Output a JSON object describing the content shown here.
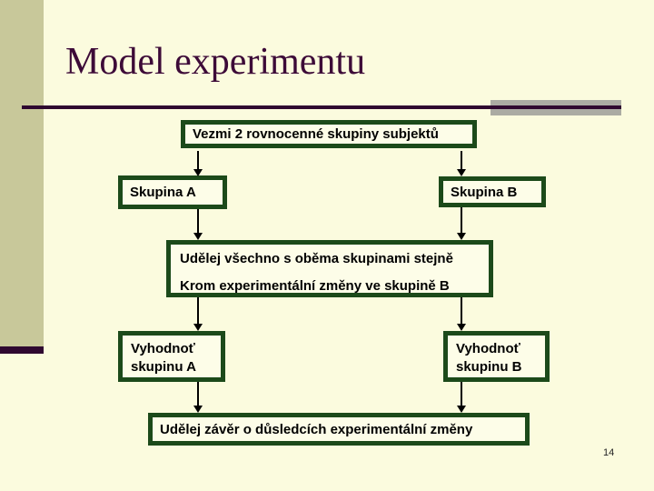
{
  "slide": {
    "title": "Model experimentu",
    "page_number": "14"
  },
  "flowchart": {
    "top": {
      "label": "Vezmi 2 rovnocenné skupiny subjektů"
    },
    "group_a": {
      "label": "Skupina A"
    },
    "group_b": {
      "label": "Skupina B"
    },
    "treatment": {
      "line1": "Udělej všechno s oběma skupinami stejně",
      "line2": "Krom experimentální změny ve skupině B"
    },
    "eval_a": {
      "line1": "Vyhodnoť",
      "line2": "skupinu A"
    },
    "eval_b": {
      "line1": "Vyhodnoť",
      "line2": "skupinu B"
    },
    "conclusion": {
      "label": "Udělej závěr o důsledcích experimentální změny"
    }
  },
  "colors": {
    "slide_background": "#FBFBDE",
    "sidebar_olive": "#C8C89A",
    "accent_purple": "#2F0830",
    "title_purple": "#3D0B38",
    "accent_gray": "#ABABA3",
    "box_border_green": "#1C4A1A",
    "box_fill": "#FDFDE8",
    "box_text": "#000000"
  }
}
